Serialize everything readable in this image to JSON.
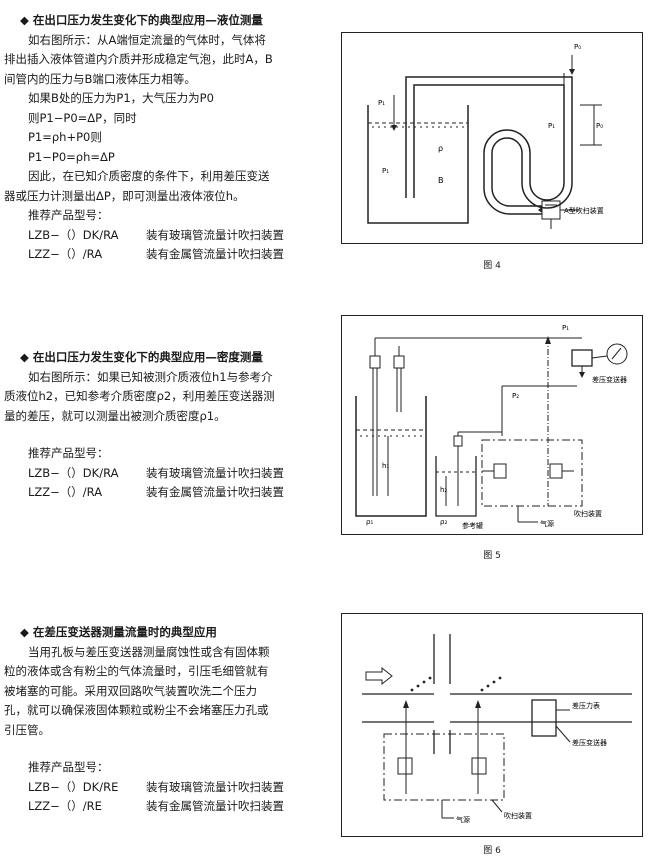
{
  "s1": {
    "title": "◆  在出口压力发生变化下的典型应用—液位测量",
    "lines": [
      "如右图所示：从A端恒定流量的气体时，气体将",
      "排出插入液体管道内介质并形成稳定气泡，此时A，B",
      "间管内的压力与B端口液体压力相等。",
      "如果B处的压力为P1，大气压力为P0",
      "则P1−P0=ΔP，同时",
      "P1=ρh+P0则",
      "P1−P0=ρh=ΔP",
      "因此，在已知介质密度的条件下，利用差压变送",
      "器或压力计测量出ΔP，即可测量出液体液位h。",
      "推荐产品型号："
    ],
    "models": [
      {
        "code": "LZB−（）DK/RA",
        "desc": "装有玻璃管流量计吹扫装置"
      },
      {
        "code": "LZZ−（）/RA",
        "desc": "装有金属管流量计吹扫装置"
      }
    ]
  },
  "s2": {
    "title": "◆  在出口压力发生变化下的典型应用—密度测量",
    "lines": [
      "如右图所示：如果已知被测介质液位h1与参考介",
      "质液位h2，已知参考介质密度ρ2，利用差压变送器测",
      "量的差压，就可以测量出被测介质密度ρ1。",
      "推荐产品型号："
    ],
    "models": [
      {
        "code": "LZB−（）DK/RA",
        "desc": "装有玻璃管流量计吹扫装置"
      },
      {
        "code": "LZZ−（）/RA",
        "desc": "装有金属管流量计吹扫装置"
      }
    ]
  },
  "s3": {
    "title": "◆  在差压变送器测量流量时的典型应用",
    "lines": [
      "当用孔板与差压变送器测量腐蚀性或含有固体颗",
      "粒的液体或含有粉尘的气体流量时，引压毛细管就有",
      "被堵塞的可能。采用双回路吹气装置吹洗二个压力",
      "孔，就可以确保液固体颗粒或粉尘不会堵塞压力孔或",
      "引压管。",
      "推荐产品型号："
    ],
    "models": [
      {
        "code": "LZB−（）DK/RE",
        "desc": "装有玻璃管流量计吹扫装置"
      },
      {
        "code": "LZZ−（）/RE",
        "desc": "装有金属管流量计吹扫装置"
      }
    ]
  },
  "fig4": {
    "caption": "图 4",
    "labels": {
      "p0": "P₀",
      "p0b": "P₀",
      "p1": "P₁",
      "p1b": "P₁",
      "pb": "P₁",
      "rho": "ρ",
      "b": "B",
      "blow": "A型吹扫装置"
    }
  },
  "fig5": {
    "caption": "图 5",
    "labels": {
      "p1": "P₁",
      "p2": "P₂",
      "dp": "差压变送器",
      "h1": "h₁",
      "h2": "h₂",
      "rho1": "ρ₁",
      "rho2": "ρ₂",
      "ref": "参考罐",
      "air": "气源",
      "blow": "吹扫装置"
    }
  },
  "fig6": {
    "caption": "图 6",
    "labels": {
      "gauge": "差压力表",
      "dp": "差压变送器",
      "air": "气源",
      "blow": "吹扫装置"
    }
  }
}
